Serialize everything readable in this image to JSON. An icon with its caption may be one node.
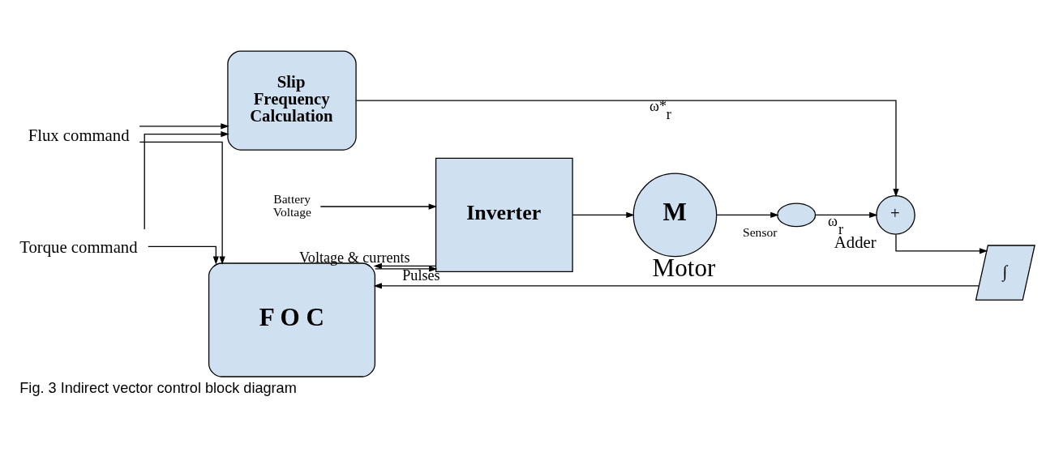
{
  "diagram": {
    "caption": "Fig. 3 Indirect vector control block diagram",
    "nodes": [
      {
        "text": [
          "Flux command"
        ]
      },
      {
        "text": [
          "Torque command"
        ]
      },
      {
        "text": [
          "F O C"
        ]
      },
      {
        "text": [
          "Inverter"
        ]
      },
      {
        "text": [
          "Battery Voltage"
        ]
      },
      {
        "text": [
          "Slip Frequency Calculation"
        ]
      },
      {
        "text": [
          "∫"
        ]
      },
      {
        "text": [
          "+"
        ],
        "beside": [
          "Adder"
        ]
      },
      {
        "text": [],
        "shape": "ellipse",
        "beside": [
          "Sensor"
        ]
      },
      {
        "text": [
          "M"
        ],
        "beside": [
          "Motor"
        ]
      }
    ],
    "edges": [
      {
        "from": 0,
        "to": 2,
        "arrow": "to"
      },
      {
        "from": 0,
        "to": 5,
        "arrow": "to"
      },
      {
        "from": 1,
        "to": 2,
        "arrow": "to"
      },
      {
        "from": 1,
        "to": 5,
        "arrow": "to"
      },
      {
        "from": 2,
        "to": 3,
        "arrow": "to",
        "label": "Pulses"
      },
      {
        "from": 4,
        "to": 3,
        "arrow": "to"
      },
      {
        "from": 3,
        "to": 9,
        "arrow": "to"
      },
      {
        "from": 3,
        "to": 2,
        "arrow": "to",
        "label": "Voltage & currents"
      },
      {
        "from": 9,
        "to": 8,
        "arrow": "to"
      },
      {
        "from": 8,
        "to": 7,
        "arrow": "to",
        "label": "ω$_{r}$"
      },
      {
        "from": 5,
        "to": 7,
        "arrow": "to",
        "label": "ω*$_{r}$"
      },
      {
        "from": 7,
        "to": 6,
        "arrow": "to"
      },
      {
        "from": 6,
        "to": 2,
        "arrow": "to"
      }
    ]
  }
}
